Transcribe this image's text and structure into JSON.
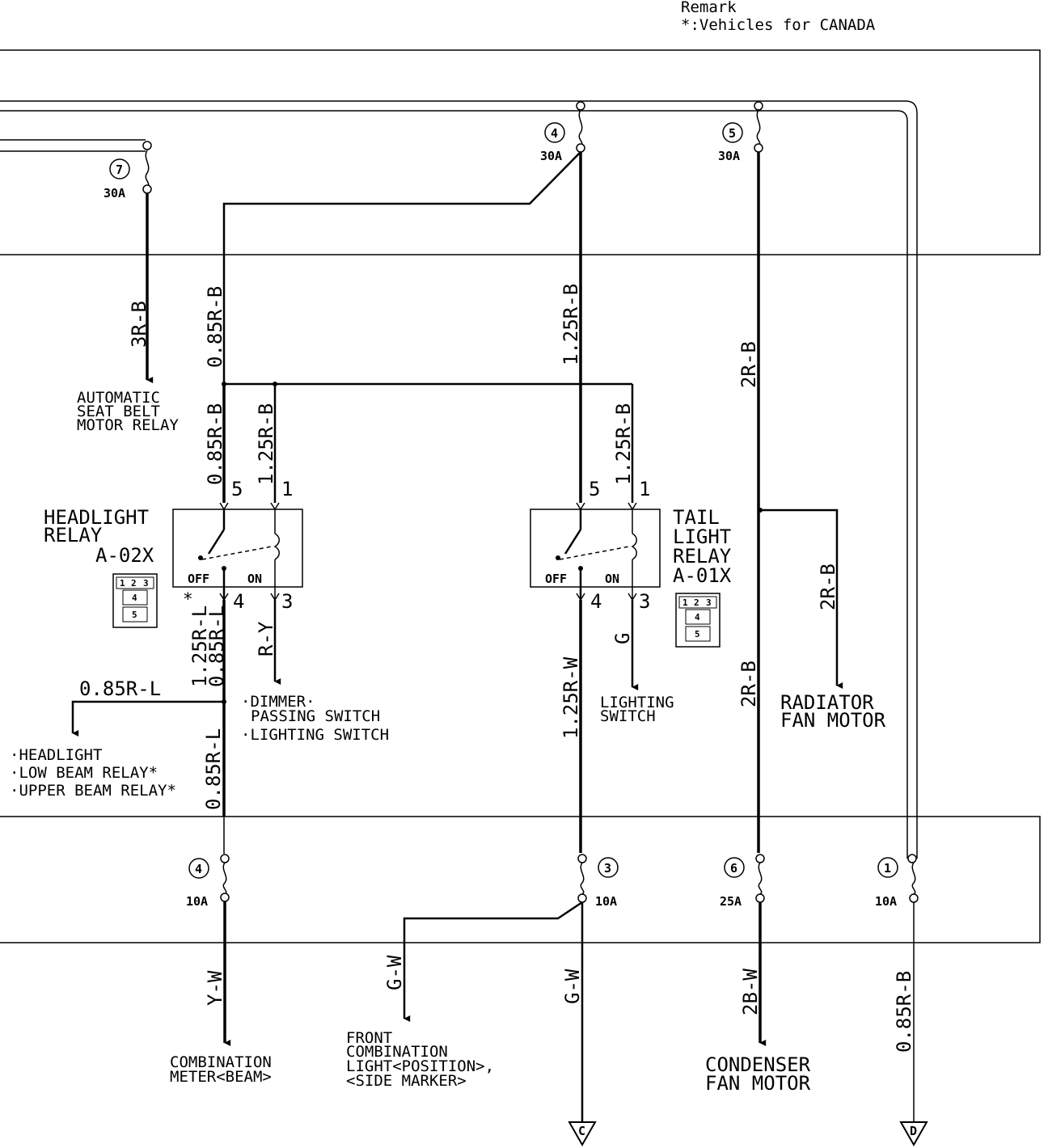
{
  "remark": {
    "title": "Remark",
    "note": "*:Vehicles for CANADA"
  },
  "fuses": {
    "f7_top": {
      "num": "7",
      "amp": "30A"
    },
    "f4_top": {
      "num": "4",
      "amp": "30A"
    },
    "f5_top": {
      "num": "5",
      "amp": "30A"
    },
    "f4_bot": {
      "num": "4",
      "amp": "10A"
    },
    "f3_bot": {
      "num": "3",
      "amp": "10A"
    },
    "f6_bot": {
      "num": "6",
      "amp": "25A"
    },
    "f1_bot": {
      "num": "1",
      "amp": "10A"
    }
  },
  "wires": {
    "w_3rb": "3R-B",
    "w_085rb_top": "0.85R-B",
    "w_125rb_top": "1.25R-B",
    "w_2rb_top": "2R-B",
    "w_085rb_hl5": "0.85R-B",
    "w_125rb_hl1": "1.25R-B",
    "w_125rb_tl1": "1.25R-B",
    "w_2rb_fan": "2R-B",
    "w_125rl_085rl": "1.25R-L",
    "w_085rl_b": "0.85R-L",
    "w_ry": "R-Y",
    "w_085rl_h": "0.85R-L",
    "w_085rl_low": "0.85R-L",
    "w_125rw": "1.25R-W",
    "w_g": "G",
    "w_2rb_mid": "2R-B",
    "w_yw": "Y-W",
    "w_gw_left": "G-W",
    "w_gw": "G-W",
    "w_2bw": "2B-W",
    "w_085rb_bot": "0.85R-B"
  },
  "labels": {
    "seat_belt": [
      "AUTOMATIC",
      "SEAT BELT",
      "MOTOR RELAY"
    ],
    "headlight_relay": [
      "HEADLIGHT",
      "RELAY"
    ],
    "headlight_relay_id": "A-02X",
    "tail_light_relay": [
      "TAIL",
      "LIGHT",
      "RELAY"
    ],
    "tail_light_relay_id": "A-01X",
    "dimmer": [
      "·DIMMER·",
      "PASSING SWITCH",
      "·LIGHTING SWITCH"
    ],
    "headlight_list": [
      "·HEADLIGHT",
      "·LOW BEAM RELAY*",
      "·UPPER BEAM RELAY*"
    ],
    "lighting_switch": [
      "LIGHTING",
      "SWITCH"
    ],
    "radiator": [
      "RADIATOR",
      "FAN MOTOR"
    ],
    "comb_meter": [
      "COMBINATION",
      "METER<BEAM>"
    ],
    "front_comb": [
      "FRONT",
      "COMBINATION",
      "LIGHT<POSITION>,",
      "<SIDE MARKER>"
    ],
    "condenser": [
      "CONDENSER",
      "FAN MOTOR"
    ],
    "conn_c": "C",
    "conn_d": "D"
  },
  "relay_terms": {
    "hl_5": "5",
    "hl_1": "1",
    "hl_4": "4",
    "hl_3": "3",
    "hl_off": "OFF",
    "hl_on": "ON",
    "tl_5": "5",
    "tl_1": "1",
    "tl_4": "4",
    "tl_3": "3",
    "tl_off": "OFF",
    "tl_on": "ON",
    "star": "*"
  },
  "connector_pins": {
    "hl": [
      "1",
      "2",
      "3",
      "4",
      "5"
    ],
    "tl": [
      "1",
      "2",
      "3",
      "4",
      "5"
    ]
  }
}
